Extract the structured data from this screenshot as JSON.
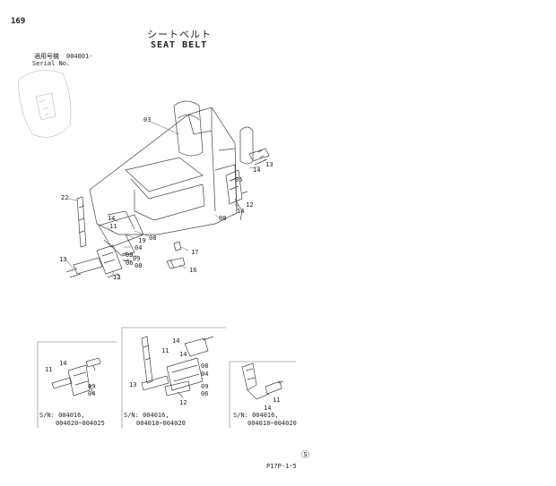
{
  "page": {
    "number": "169",
    "title_jp": "シートベルト",
    "title_en": "SEAT BELT",
    "serial_label_jp": "適用号機",
    "serial_value": "004001-",
    "serial_label_en": "Serial No."
  },
  "labels": {
    "l03": "03",
    "l13a": "13",
    "l14a": "14",
    "l05": "05",
    "l12a": "12",
    "l14b": "14",
    "l08a": "08",
    "l22": "22",
    "l14c": "14",
    "l11a": "11",
    "l19": "19",
    "l09a": "09",
    "l04a": "04",
    "l13b": "13",
    "l09b": "09",
    "l06": "06",
    "l08b": "08",
    "l12b": "12",
    "l17": "17",
    "l16": "16"
  },
  "inset1": {
    "labels": {
      "a": "14",
      "b": "11",
      "c": "09",
      "d": "04"
    },
    "caption_line1": "S/N: 004016,",
    "caption_line2": "004020~004025"
  },
  "inset2": {
    "labels": {
      "a": "14",
      "b": "11",
      "c": "14",
      "d": "08",
      "e": "04",
      "f": "09",
      "g": "13",
      "h": "06",
      "i": "12"
    },
    "caption_line1": "S/N: 004016,",
    "caption_line2": "004018~004020"
  },
  "inset3": {
    "labels": {
      "a": "11",
      "b": "14"
    },
    "caption_line1": "S/N: 004016,",
    "caption_line2": "004018~004020"
  },
  "footer": {
    "mark": "Ⓢ",
    "code": "P17P-1-5"
  }
}
